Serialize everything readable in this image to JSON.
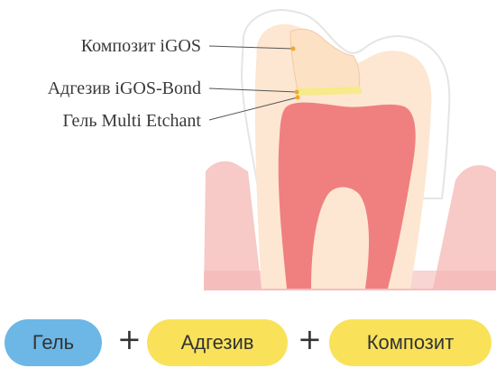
{
  "labels": {
    "composite": "Композит iGOS",
    "adhesive": "Адгезив iGOS-Bond",
    "gel": "Гель Multi Etchant"
  },
  "sequence": {
    "step1": "Гель",
    "plus1": "+",
    "step2": "Адгезив",
    "plus2": "+",
    "step3": "Композит"
  },
  "colors": {
    "gum": "#f7c9c7",
    "enamel": "#ffffff",
    "dentin": "#fde7d2",
    "pulp": "#f08080",
    "composite": "#fde1c4",
    "adhesive": "#f6ea8a",
    "gel_pill": "#6cb7e6",
    "yellow_pill": "#f9e25a"
  }
}
